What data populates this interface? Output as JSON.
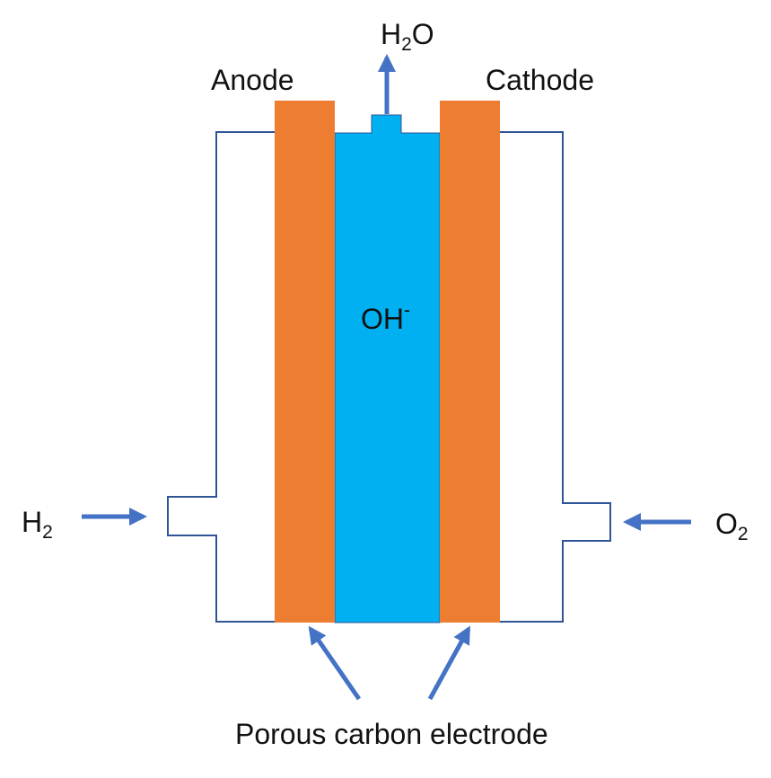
{
  "labels": {
    "anode": "Anode",
    "cathode": "Cathode",
    "water": {
      "base": "H",
      "sub": "2",
      "tail": "O"
    },
    "hydroxide": {
      "base": "OH",
      "sup": "-"
    },
    "hydrogen": {
      "base": "H",
      "sub": "2"
    },
    "oxygen": {
      "base": "O",
      "sub": "2"
    },
    "electrode_caption": "Porous carbon electrode"
  },
  "colors": {
    "electrode": "#ED7D31",
    "electrolyte": "#00B0F0",
    "housing_outline": "#2F5597",
    "arrow": "#4472C4",
    "text": "#111111"
  }
}
